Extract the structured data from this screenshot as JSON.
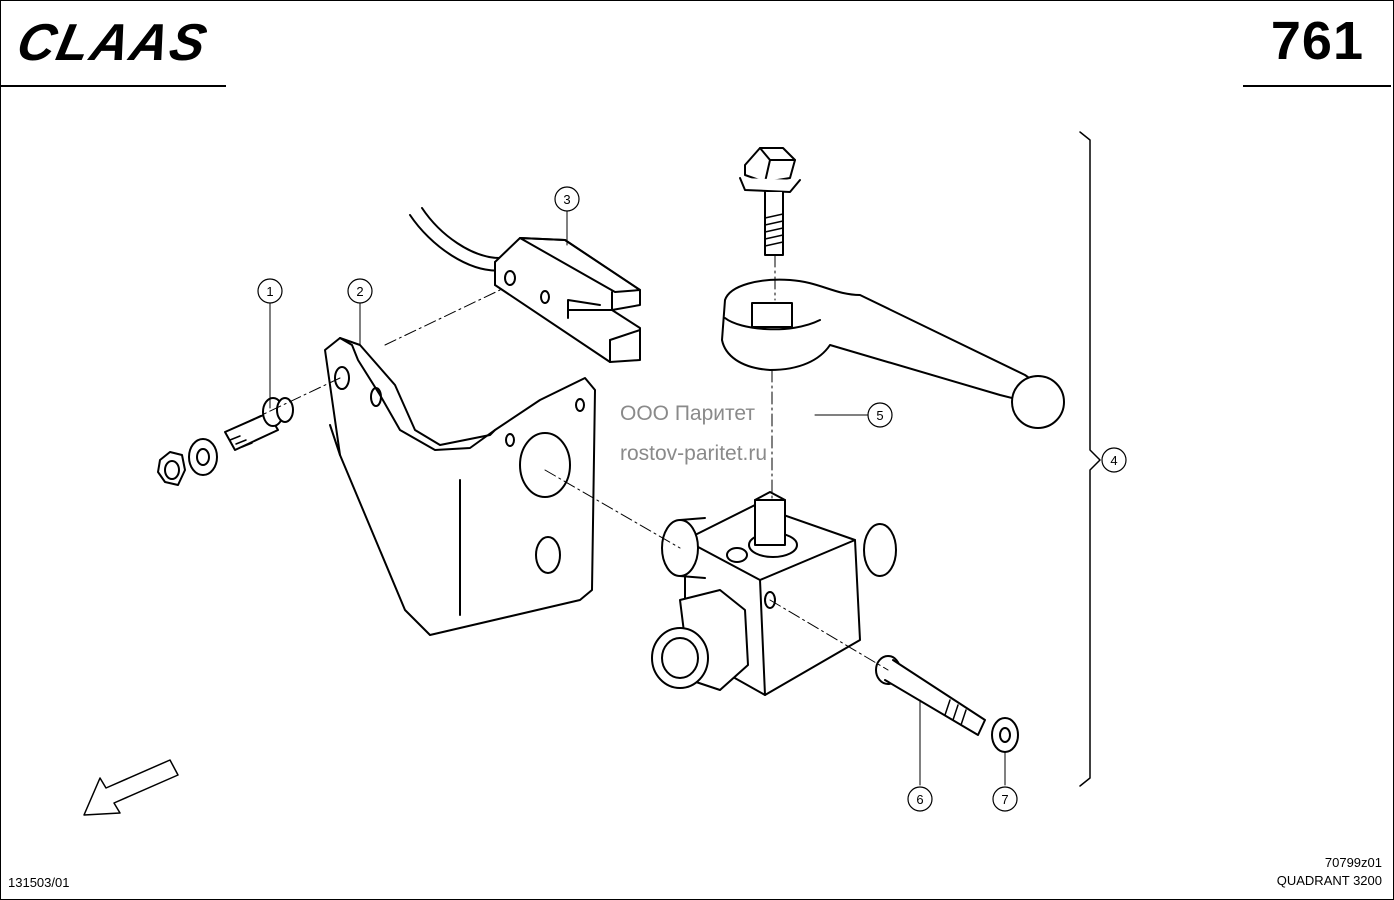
{
  "header": {
    "brand": "CLAAS",
    "page_number": "761"
  },
  "watermark": {
    "line1": "ООО Паритет",
    "line2": "rostov-paritet.ru"
  },
  "callouts": [
    "1",
    "2",
    "3",
    "4",
    "5",
    "6",
    "7"
  ],
  "footer": {
    "doc_code": "131503/01",
    "figure_id": "70799z01",
    "model": "QUADRANT 3200"
  },
  "icons": {
    "direction_arrow": "travel-direction-arrow-icon"
  }
}
